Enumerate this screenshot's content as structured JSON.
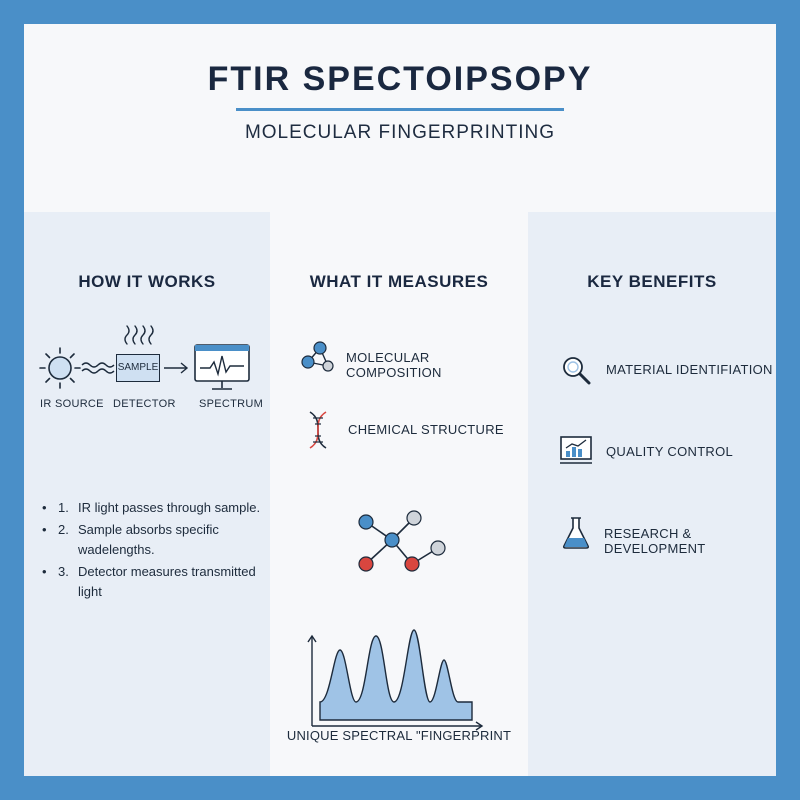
{
  "header": {
    "title": "FTIR SPECTOIPSOPY",
    "subtitle": "MOLECULAR FINGERPRINTING"
  },
  "how_it_works": {
    "heading": "HOW IT WORKS",
    "diagram": {
      "box_label": "SAMPLE",
      "labels": [
        "IR SOURCE",
        "DETECTOR",
        "SPECTRUM"
      ]
    },
    "steps": [
      {
        "num": "1.",
        "text": "IR light passes through sample."
      },
      {
        "num": "2.",
        "text": "Sample absorbs specific wadelengths."
      },
      {
        "num": "3.",
        "text": "Detector measures transmitted light"
      }
    ]
  },
  "what_it_measures": {
    "heading": "WHAT IT MEASURES",
    "items": [
      {
        "icon": "molecule-icon",
        "label": "MOLECULAR COMPOSITION"
      },
      {
        "icon": "dna-icon",
        "label": "CHEMICAL STRUCTURE"
      }
    ],
    "caption": "UNIQUE SPECTRAL \"FINGERPRINT"
  },
  "key_benefits": {
    "heading": "KEY BENEFITS",
    "items": [
      {
        "icon": "magnifier-icon",
        "label": "MATERIAL IDENTIFIATION"
      },
      {
        "icon": "chart-monitor-icon",
        "label": "QUALITY CONTROL"
      },
      {
        "icon": "flask-icon",
        "label": "RESEARCH & DEVELOPMENT"
      }
    ]
  },
  "colors": {
    "frame": "#4a8fc8",
    "accent": "#4a8fc8",
    "atom_red": "#d9463f",
    "atom_blue": "#4a8fc8",
    "atom_grey": "#cfd4da",
    "peak_fill": "#9fc3e6"
  }
}
